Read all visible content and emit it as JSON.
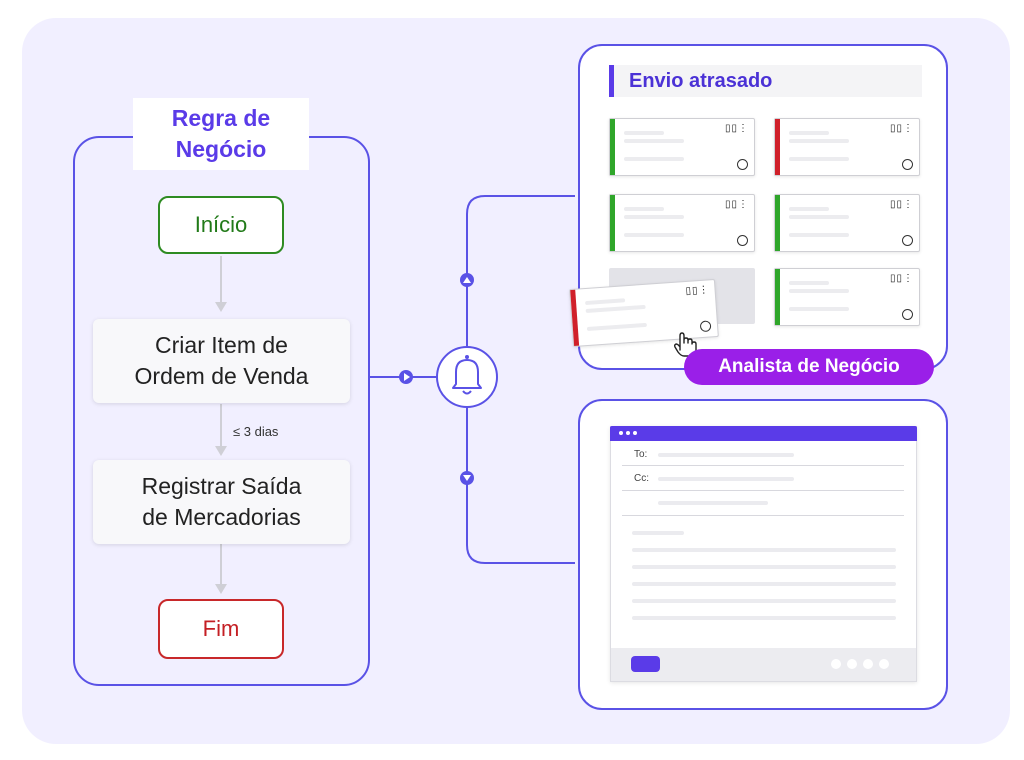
{
  "rule": {
    "title_line1": "Regra de",
    "title_line2": "Negócio",
    "start": "Início",
    "step1_line1": "Criar Item de",
    "step1_line2": "Ordem de Venda",
    "condition": "≤ 3 dias",
    "step2_line1": "Registrar Saída",
    "step2_line2": "de Mercadorias",
    "end": "Fim"
  },
  "alert": {
    "title": "Envio atrasado",
    "analyst": "Analista de Negócio",
    "cards": [
      {
        "status": "ok",
        "color": "#2fa62a"
      },
      {
        "status": "late",
        "color": "#d0202a"
      },
      {
        "status": "ok",
        "color": "#2fa62a"
      },
      {
        "status": "ok",
        "color": "#2fa62a"
      },
      {
        "status": "ok",
        "color": "#2fa62a"
      },
      {
        "status": "late",
        "color": "#d0202a"
      }
    ],
    "card_icons": "document-icons",
    "cursor_icon": "hand-pointer-icon"
  },
  "email": {
    "to_label": "To:",
    "cc_label": "Cc:"
  },
  "connector_icon": "bell-icon",
  "colors": {
    "accent": "#5a3be8",
    "border": "#5a52e6",
    "start": "#2e8b22",
    "end": "#c8282a",
    "analyst": "#9a1fe8",
    "background": "#f1efff"
  }
}
